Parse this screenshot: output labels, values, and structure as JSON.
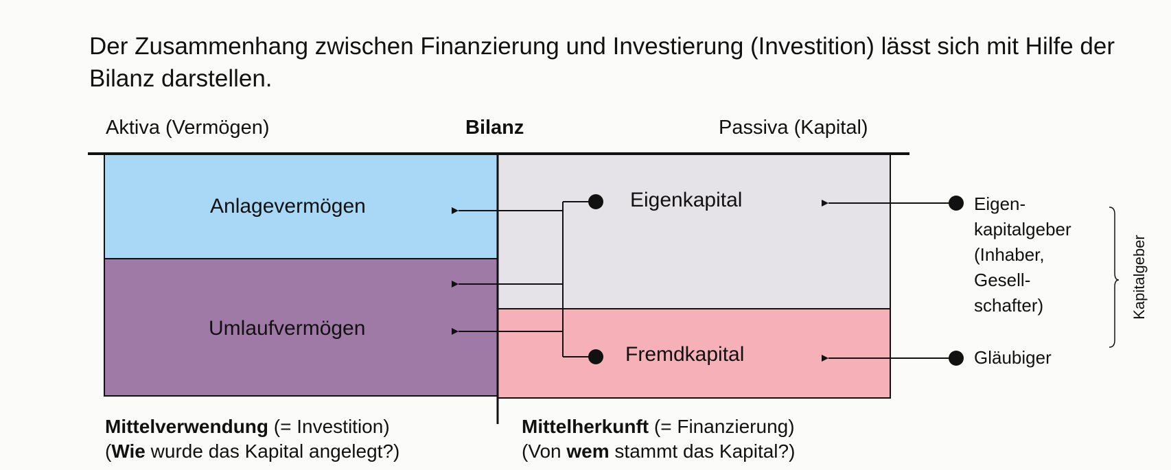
{
  "intro": "Der Zusammenhang zwischen Finanzierung und Investierung (Investition) lässt sich mit Hilfe der Bilanz darstellen.",
  "header": {
    "left": "Aktiva (Vermögen)",
    "center": "Bilanz",
    "right": "Passiva (Kapital)"
  },
  "aktiva": {
    "anlage": "Anlagevermögen",
    "umlauf": "Umlaufvermögen"
  },
  "passiva": {
    "eigen": "Eigenkapital",
    "fremd": "Fremdkapital"
  },
  "geber": {
    "eigen_lines": [
      "Eigen-",
      "kapitalgeber",
      "(Inhaber,",
      "Gesell-",
      "schafter)"
    ],
    "fremd": "Gläubiger",
    "group": "Kapitalgeber"
  },
  "footer": {
    "left_bold": "Mittelverwendung",
    "left_rest": " (= Investition)",
    "left2_pre": "(",
    "left2_bold": "Wie",
    "left2_rest": " wurde das Kapital angelegt?)",
    "right_bold": "Mittelherkunft",
    "right_rest": " (= Finanzierung)",
    "right2_pre": "(Von ",
    "right2_bold": "wem",
    "right2_rest": " stammt das Kapital?)"
  },
  "colors": {
    "anlage": "#a9d8f6",
    "umlauf": "#a07aa6",
    "eigen": "#e5e3e7",
    "fremd": "#f6b1b8",
    "line": "#111111"
  }
}
